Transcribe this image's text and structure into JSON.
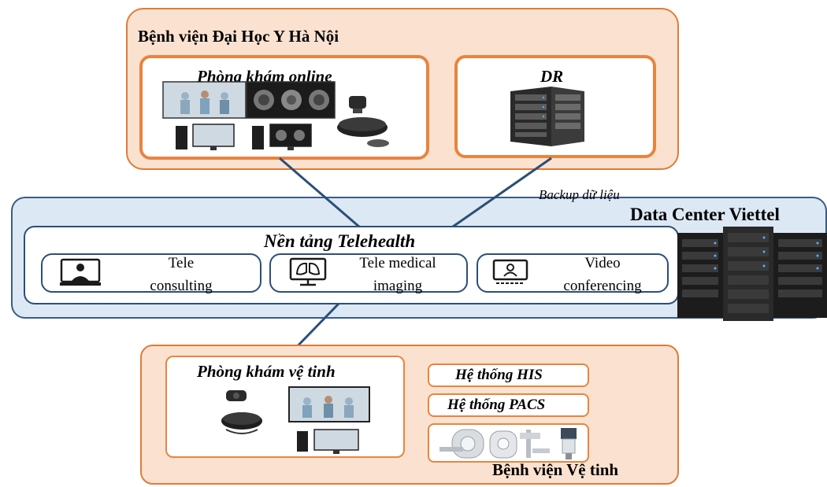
{
  "hospital": {
    "title": "Bệnh viện Đại Học Y Hà Nội",
    "online_clinic": "Phòng khám online",
    "dr": "DR"
  },
  "backup_label": "Backup dữ liệu",
  "datacenter": {
    "title": "Data Center Viettel",
    "platform_title": "Nền tảng Telehealth",
    "services": [
      {
        "line1": "Tele",
        "line2": "consulting",
        "icon": "doctor-monitor-icon"
      },
      {
        "line1": "Tele medical",
        "line2": "imaging",
        "icon": "lung-scan-icon"
      },
      {
        "line1": "Video",
        "line2": "conferencing",
        "icon": "video-conference-icon"
      }
    ]
  },
  "satellite": {
    "title": "Bệnh viện Vệ tinh",
    "clinic": "Phòng khám vệ tinh",
    "systems": [
      "Hệ thống HIS",
      "Hệ thống PACS"
    ]
  },
  "colors": {
    "orange_border": "#e07b39",
    "orange_fill": "#fbe2d0",
    "blue_border": "#2b4f78",
    "blue_fill": "#dce8f4"
  }
}
